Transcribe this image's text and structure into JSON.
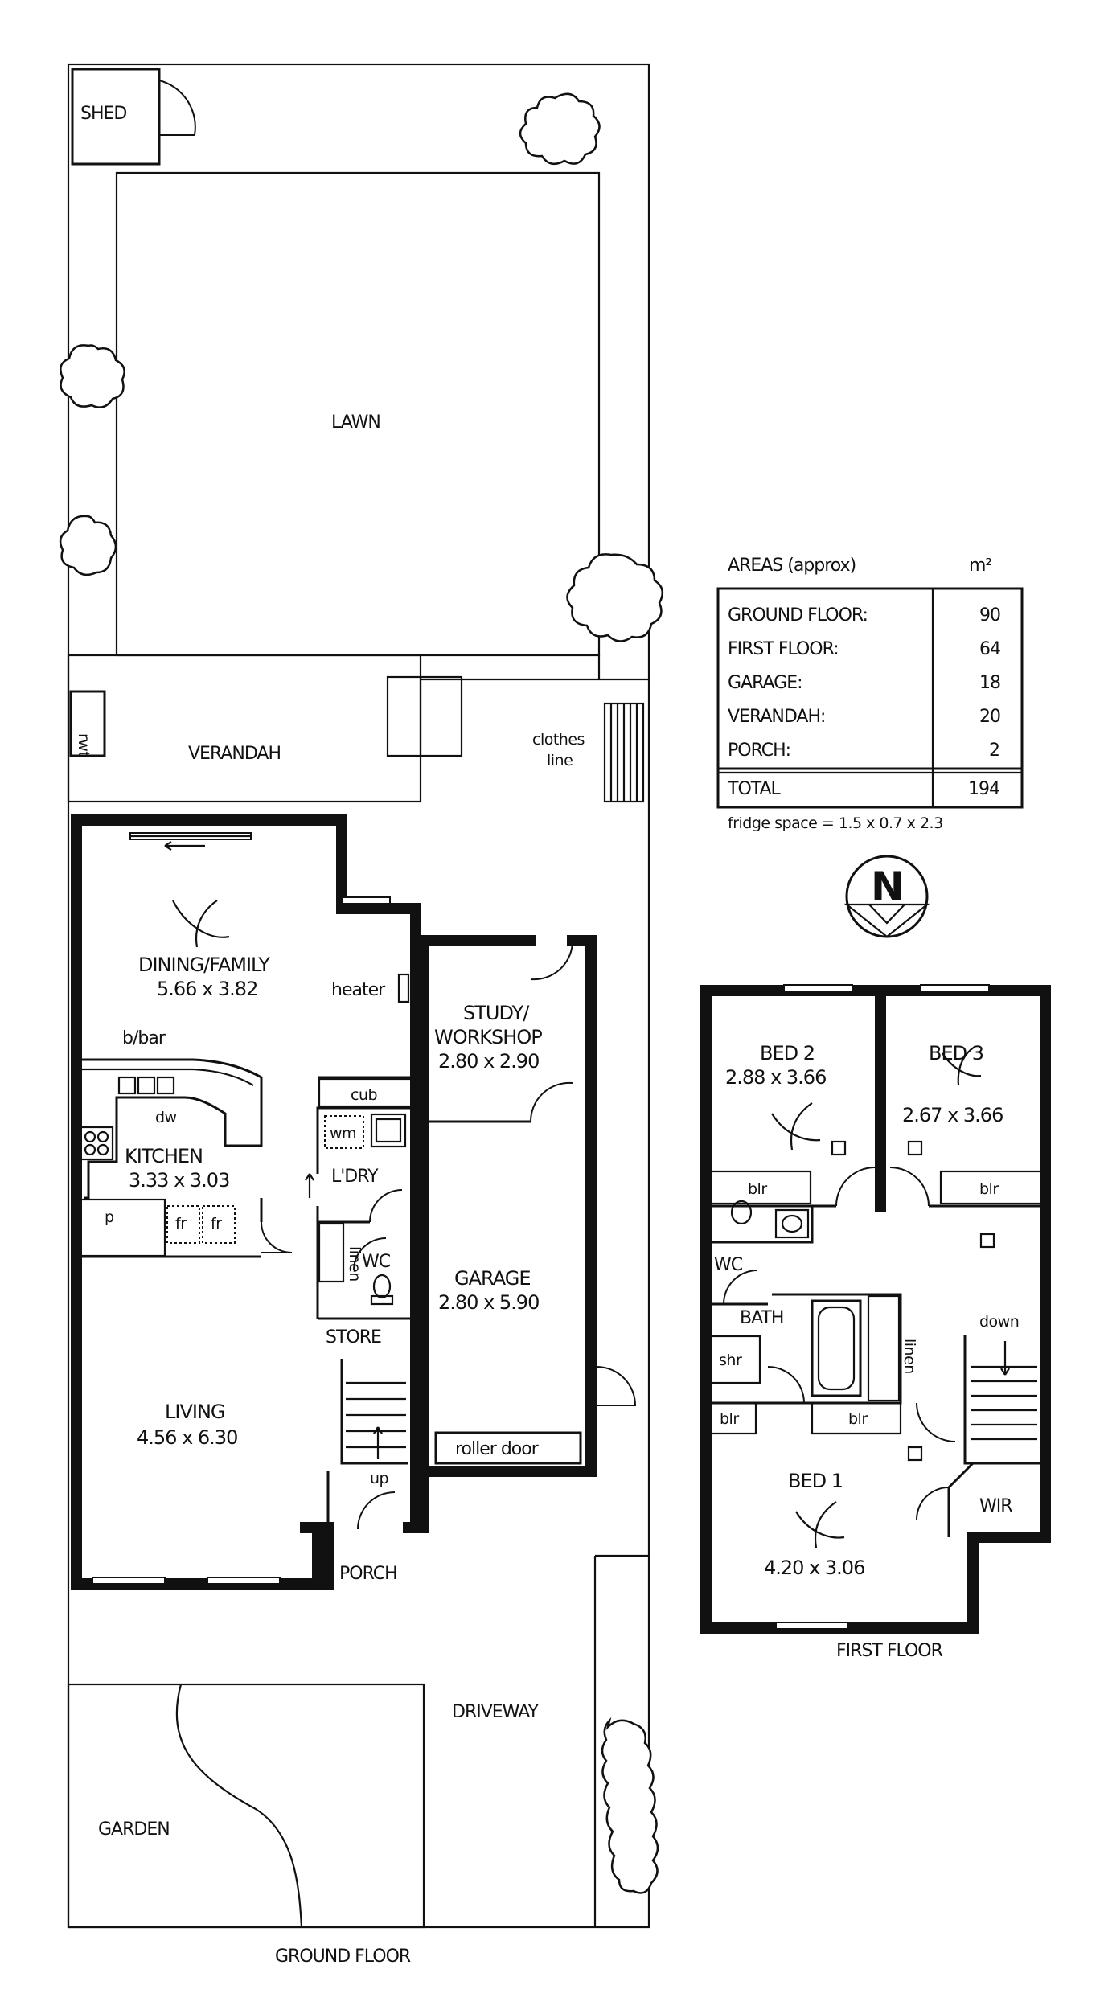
{
  "ground_floor": {
    "caption": "GROUND FLOOR",
    "labels": {
      "shed": "SHED",
      "lawn": "LAWN",
      "verandah": "VERANDAH",
      "rwt": "rwt",
      "clothes_line": [
        "clothes",
        "line"
      ],
      "dining_name": "DINING/FAMILY",
      "dining_dims": "5.66 x 3.82",
      "heater": "heater",
      "bbar": "b/bar",
      "dw": "dw",
      "kitchen_name": "KITCHEN",
      "kitchen_dims": "3.33 x 3.03",
      "p": "p",
      "fr": "fr",
      "cub": "cub",
      "wm": "wm",
      "ldry": "L'DRY",
      "linen": "linen",
      "wc": "WC",
      "store": "STORE",
      "up": "up",
      "living_name": "LIVING",
      "living_dims": "4.56 x 6.30",
      "porch": "PORCH",
      "study_name": [
        "STUDY/",
        "WORKSHOP"
      ],
      "study_dims": "2.80 x 2.90",
      "garage_name": "GARAGE",
      "garage_dims": "2.80 x 5.90",
      "roller_door": "roller door",
      "driveway": "DRIVEWAY",
      "garden": "GARDEN"
    }
  },
  "first_floor": {
    "caption": "FIRST FLOOR",
    "labels": {
      "bed2_name": "BED 2",
      "bed2_dims": "2.88 x 3.66",
      "bed3_name": "BED 3",
      "bed3_dims": "2.67 x 3.66",
      "blr": "blr",
      "wc": "WC",
      "bath": "BATH",
      "linen": "linen",
      "shr": "shr",
      "down": "down",
      "bed1_name": "BED 1",
      "bed1_dims": "4.20 x 3.06",
      "wir": "WIR"
    }
  },
  "areas": {
    "title": "AREAS (approx)",
    "unit": "m²",
    "rows": [
      {
        "label": "GROUND FLOOR:",
        "value": "90"
      },
      {
        "label": "FIRST FLOOR:",
        "value": "64"
      },
      {
        "label": "GARAGE:",
        "value": "18"
      },
      {
        "label": "VERANDAH:",
        "value": "20"
      },
      {
        "label": "PORCH:",
        "value": "2"
      }
    ],
    "total_label": "TOTAL",
    "total_value": "194",
    "fridge_note": "fridge space = 1.5 x 0.7 x 2.3"
  },
  "compass": {
    "letter": "N"
  }
}
